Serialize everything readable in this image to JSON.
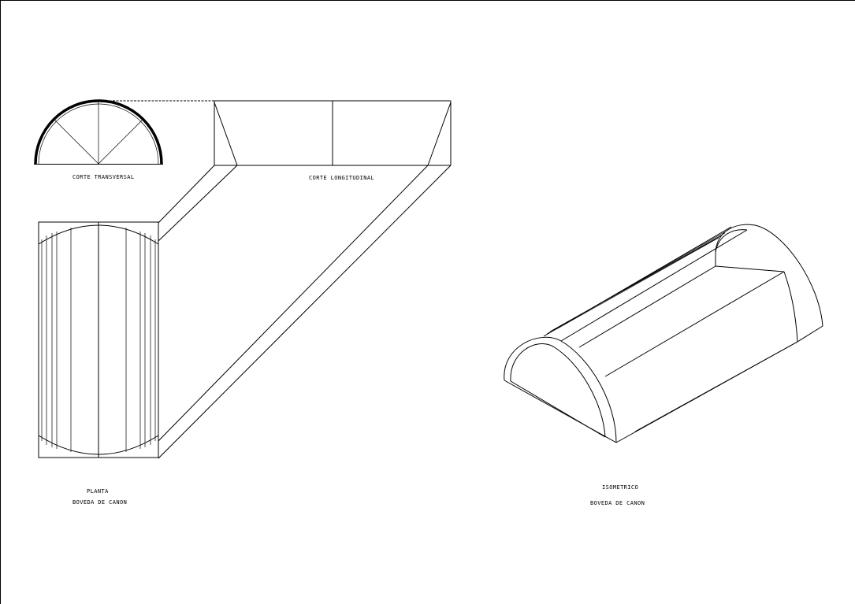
{
  "labels": {
    "corte_transversal": "CORTE TRANSVERSAL",
    "corte_longitudinal": "CORTE LONGITUDINAL",
    "planta": "PLANTA",
    "planta_sub": "BOVEDA DE CANON",
    "isometrico": "ISOMETRICO",
    "isometrico_sub": "BOVEDA DE CANON"
  },
  "colors": {
    "background": "#ffffff",
    "line": "#000000"
  }
}
